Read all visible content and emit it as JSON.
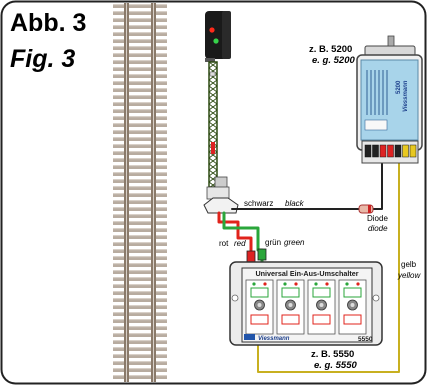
{
  "figure": {
    "label_de": "Abb. 3",
    "label_en": "Fig. 3"
  },
  "decoder_5200": {
    "label_de": "z. B. 5200",
    "label_en": "e. g. 5200",
    "model": "5200",
    "brand": "Viessmann"
  },
  "switch_5550": {
    "header": "Universal Ein-Aus-Umschalter",
    "model": "5550",
    "brand": "Viessmann",
    "label_de": "z. B. 5550",
    "label_en": "e. g. 5550",
    "module_count": 4
  },
  "wires": {
    "black_de": "schwarz",
    "black_en": "black",
    "red_de": "rot",
    "red_en": "red",
    "green_de": "grün",
    "green_en": "green",
    "yellow_de": "gelb",
    "yellow_en": "yellow",
    "diode_de": "Diode",
    "diode_en": "diode"
  },
  "colors": {
    "wire_black": "#222222",
    "wire_red": "#e0231b",
    "wire_green": "#2aa63a",
    "wire_yellow": "#c8b020",
    "decoder_blue": "#a8d4ea",
    "signal_green": "#4a6a2a"
  }
}
